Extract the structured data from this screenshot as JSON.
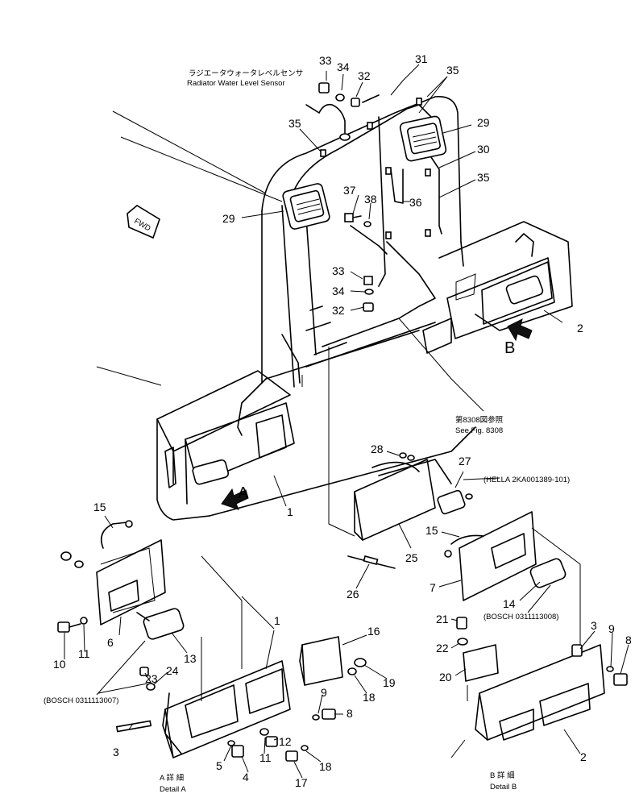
{
  "labels": {
    "sensor_jp": "ラジエータウォータレベルセンサ",
    "sensor_en": "Radiator Water Level Sensor",
    "fwd": "FWD",
    "see_fig_jp": "第8308図参照",
    "see_fig_en": "See Fig. 8308",
    "hella": "(HELLA  2KA001389-101)",
    "bosch_a": "(BOSCH  0311113007)",
    "bosch_b": "(BOSCH  0311113008)",
    "detail_a_jp": "A 詳 細",
    "detail_a_en": "Detail A",
    "detail_b_jp": "B 詳 細",
    "detail_b_en": "Detail B",
    "view_a": "A",
    "view_b": "B"
  },
  "callouts": {
    "c33a": "33",
    "c34a": "34",
    "c32a": "32",
    "c31": "31",
    "c35a": "35",
    "c35b": "35",
    "c29a": "29",
    "c30": "30",
    "c35c": "35",
    "c37": "37",
    "c38": "38",
    "c36": "36",
    "c29b": "29",
    "c33b": "33",
    "c34b": "34",
    "c32b": "32",
    "c2a": "2",
    "c1a": "1",
    "c28": "28",
    "c27": "27",
    "c15a": "15",
    "c15b": "15",
    "c25": "25",
    "c26": "26",
    "c7": "7",
    "c14": "14",
    "c6": "6",
    "c13": "13",
    "c10": "10",
    "c11a": "11",
    "c1b": "1",
    "c16": "16",
    "c19": "19",
    "c18a": "18",
    "c23": "23",
    "c24": "24",
    "c9a": "9",
    "c8a": "8",
    "c3a": "3",
    "c5": "5",
    "c4": "4",
    "c11b": "11",
    "c12": "12",
    "c17": "17",
    "c18b": "18",
    "c21": "21",
    "c22": "22",
    "c20": "20",
    "c3b": "3",
    "c9b": "9",
    "c8b": "8",
    "c2b": "2"
  }
}
